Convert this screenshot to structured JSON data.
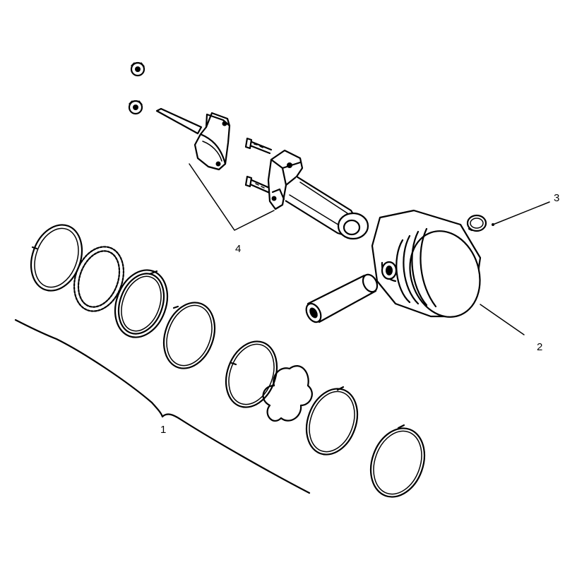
{
  "callouts": {
    "rings": "1",
    "piston": "2",
    "snap_ring": "3",
    "connecting_rod": "4"
  },
  "colors": {
    "line": "#000000",
    "background": "#ffffff"
  }
}
